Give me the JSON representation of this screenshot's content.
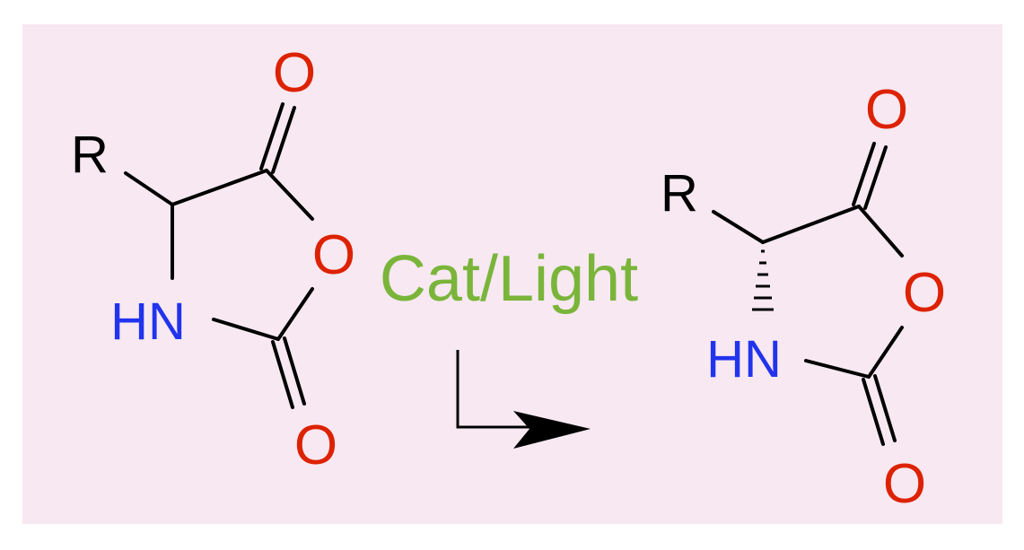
{
  "reaction": {
    "reactant": {
      "r_label": "R",
      "nh_label": "HN",
      "ring_o_label": "O",
      "carbonyl_o_top": "O",
      "carbonyl_o_bottom": "O"
    },
    "conditions": "Cat/Light",
    "product": {
      "r_label": "R",
      "nh_label": "HN",
      "ring_o_label": "O",
      "carbonyl_o_top": "O",
      "carbonyl_o_bottom": "O"
    }
  },
  "colors": {
    "background_panel": "#f7e8f2",
    "bond": "#000000",
    "nitrogen": "#2233ee",
    "oxygen": "#dd2200",
    "conditions_text": "#7ab53a"
  }
}
